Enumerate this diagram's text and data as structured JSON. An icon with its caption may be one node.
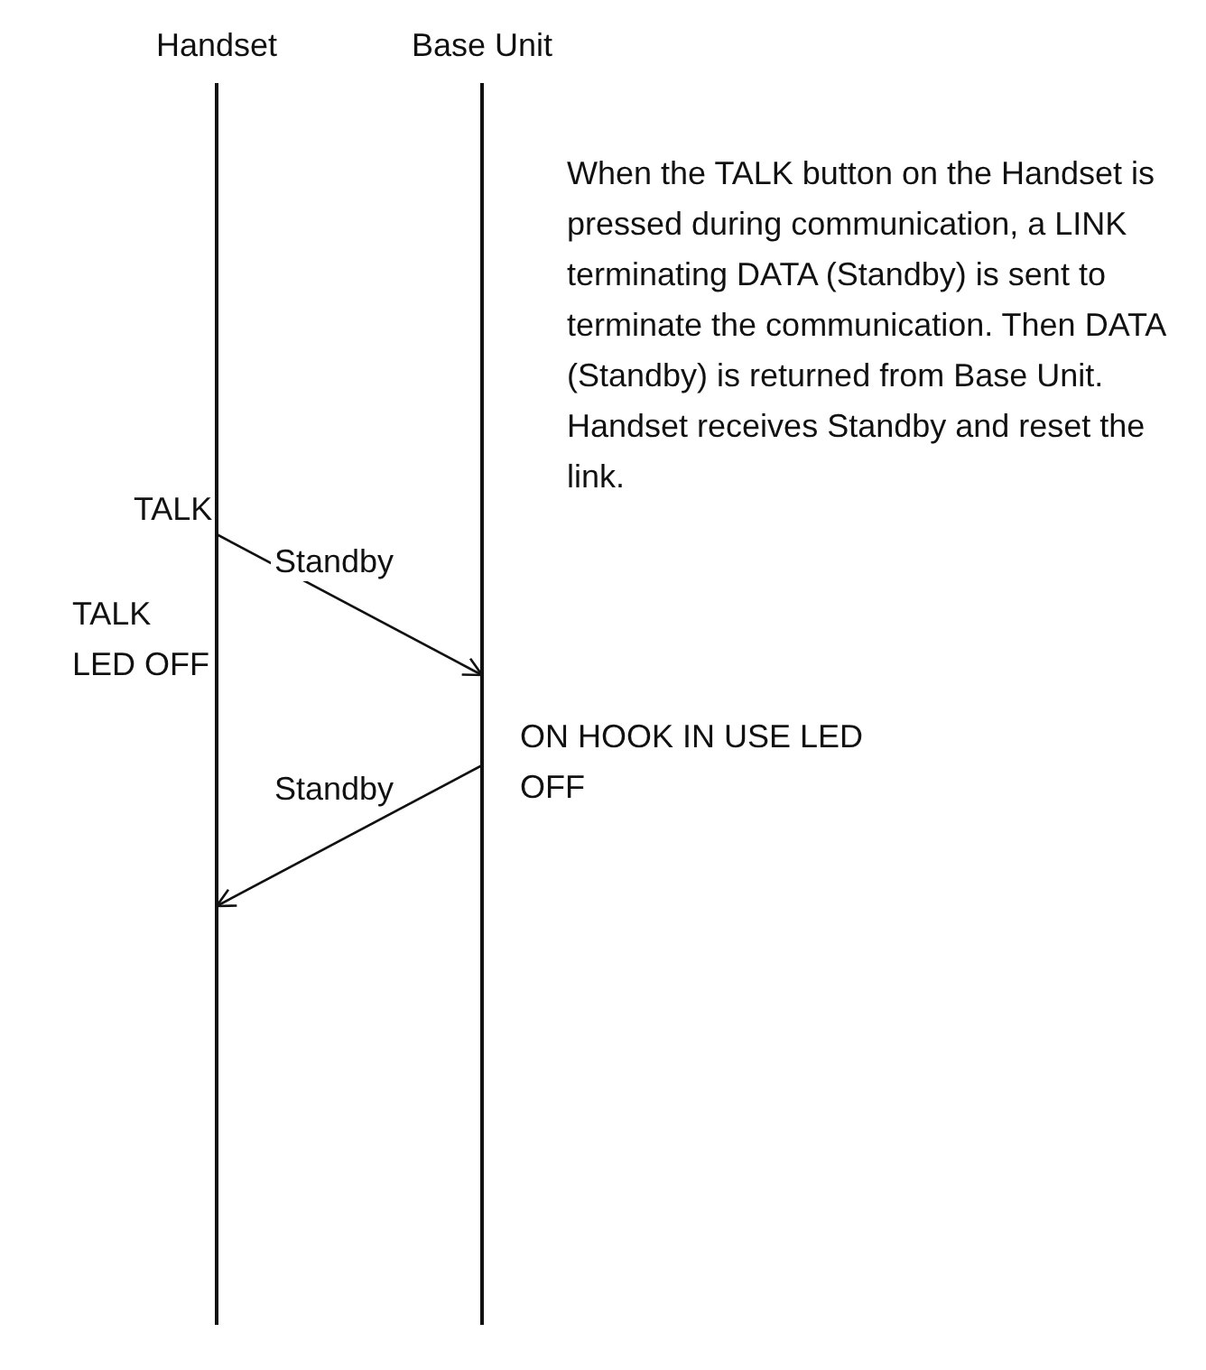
{
  "diagram": {
    "nodes": [
      {
        "text": [
          "Handset"
        ]
      },
      {
        "text": [
          "Base Unit"
        ]
      }
    ],
    "edges": [
      {
        "from": 0,
        "to": 1,
        "arrow": "to",
        "label": "Standby"
      },
      {
        "from": 1,
        "to": 0,
        "arrow": "to",
        "label": "Standby"
      }
    ],
    "labels": [
      "When the TALK button on the Handset is pressed during communication, a LINK terminating DATA (Standby) is sent to terminate the communication. Then DATA (Standby) is returned from Base Unit. Handset receives Standby and reset the link.",
      "TALK",
      "TALK LED OFF",
      "ON HOOK IN USE LED OFF"
    ]
  }
}
